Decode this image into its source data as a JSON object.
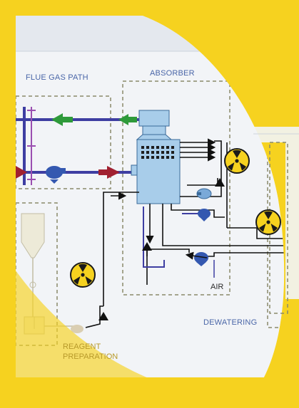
{
  "labels": {
    "flue_gas_path": "FLUE GAS PATH",
    "absorber": "ABSORBER",
    "air": "AIR",
    "dewatering": "DEWATERING",
    "reagent_line1": "REAGENT",
    "reagent_line2": "PREPARATION"
  },
  "colors": {
    "frame": "#f6d21f",
    "panel": "#f2f4f7",
    "gas_line": "#3e3ea2",
    "green_arrow": "#2e9a3a",
    "red_arrow": "#a02030",
    "tower": "#a8cdea",
    "pump": "#3458b0",
    "dashed_box": "#8a8a6a"
  },
  "icons": [
    "radiation-icon",
    "pump-icon",
    "arrow-icon",
    "valve-icon"
  ]
}
